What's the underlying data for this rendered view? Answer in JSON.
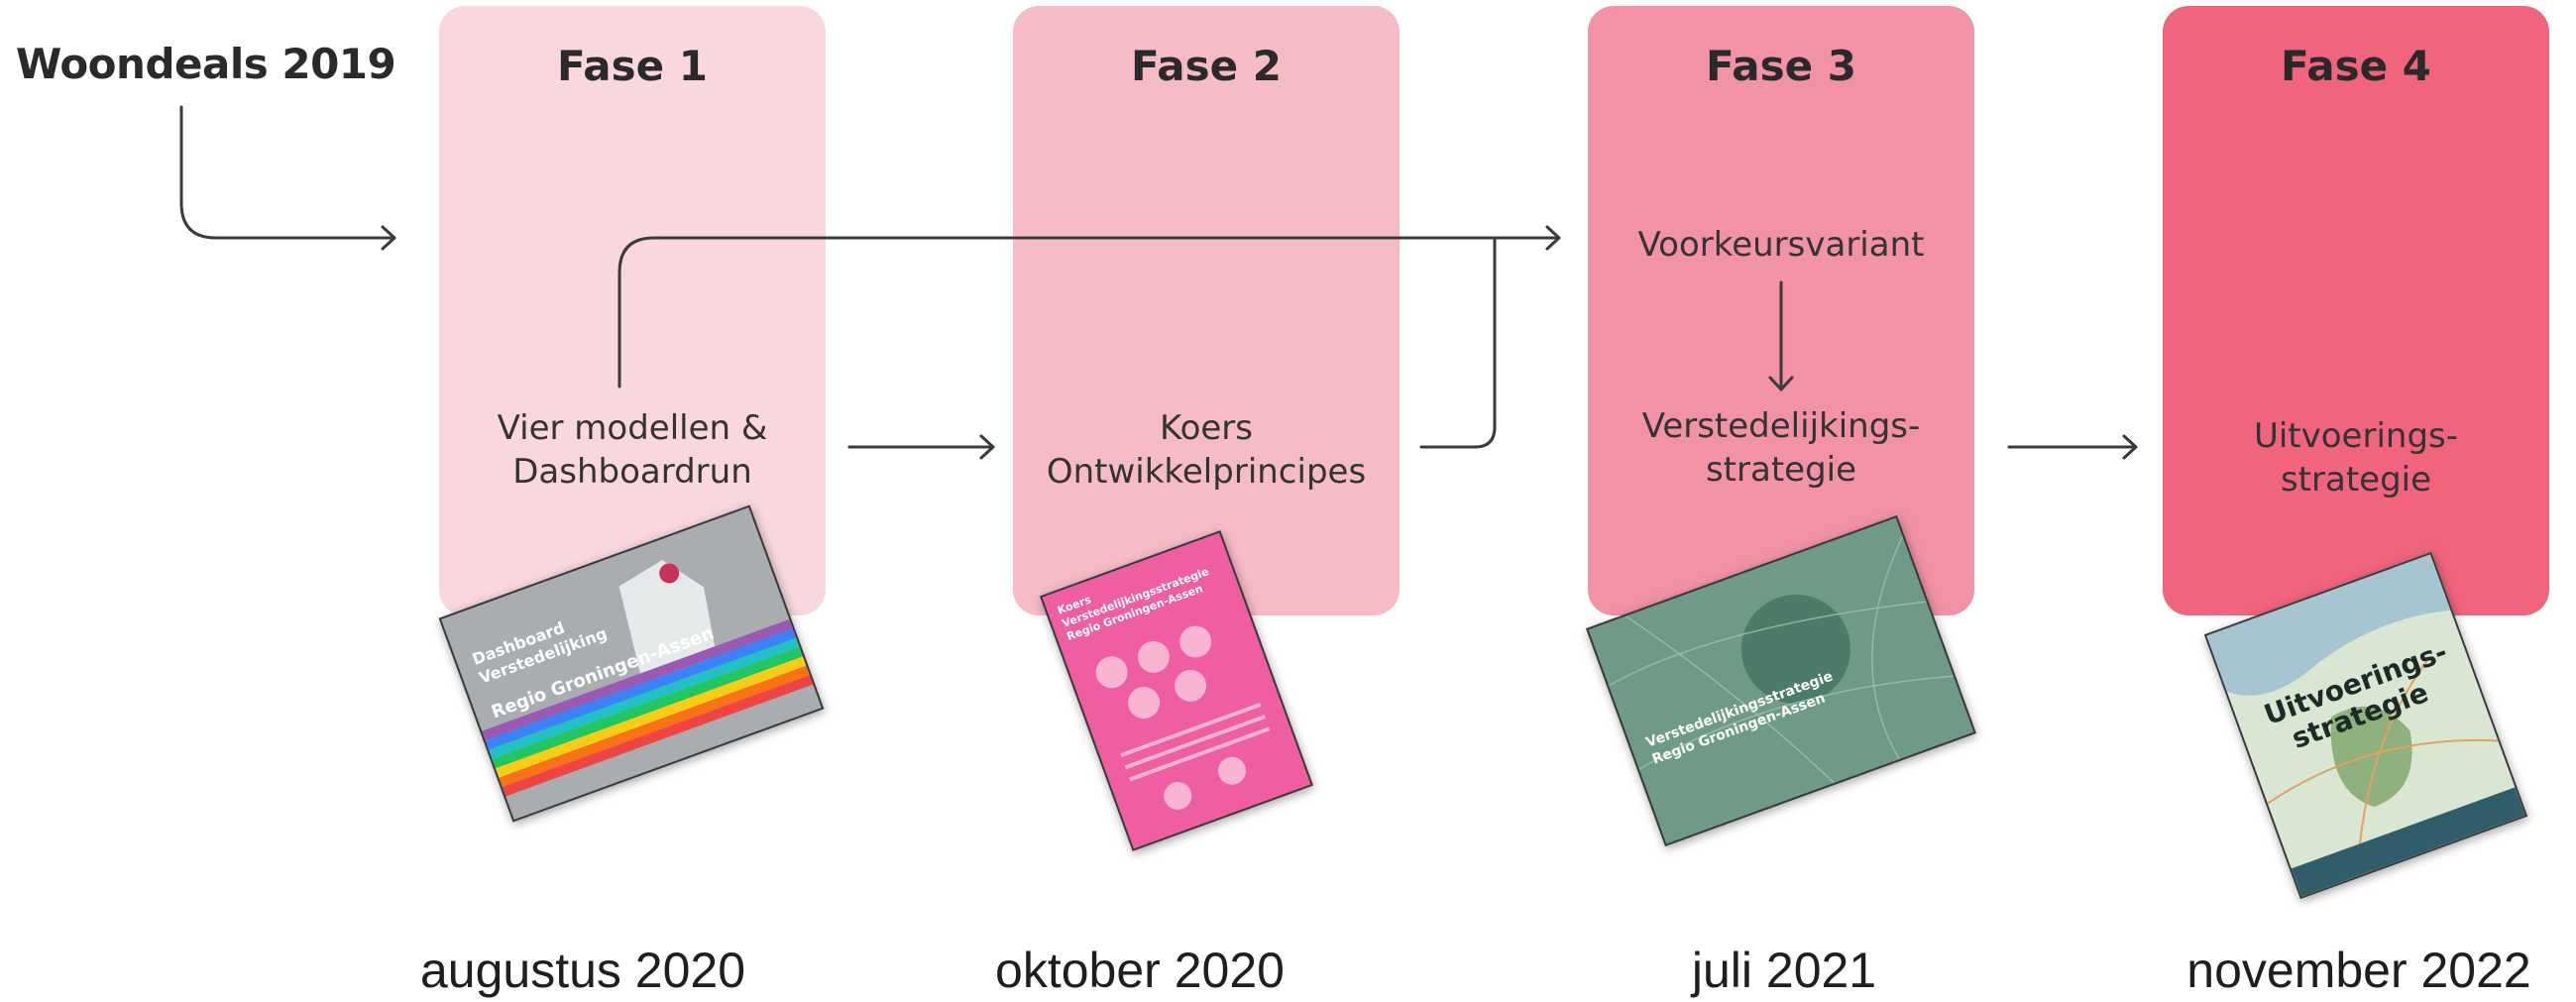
{
  "start": {
    "label": "Woondeals 2019"
  },
  "phases": [
    {
      "title": "Fase 1",
      "color": "#f8d7de",
      "steps": [
        "Vier modellen &",
        "Dashboardrun"
      ],
      "date": "augustus 2020",
      "cover": {
        "lines": [
          "Dashboard",
          "Verstedelijking",
          "Regio Groningen-Assen"
        ]
      }
    },
    {
      "title": "Fase 2",
      "color": "#f5bcc6",
      "steps": [
        "Koers",
        "Ontwikkelprincipes"
      ],
      "date": "oktober 2020",
      "cover": {
        "lines": [
          "Koers",
          "Verstedelijkingsstrategie",
          "Regio Groningen-Assen"
        ]
      }
    },
    {
      "title": "Fase 3",
      "color": "#f292a5",
      "steps": [
        "Voorkeursvariant",
        "Verstedelijkings-",
        "strategie"
      ],
      "date": "juli 2021",
      "cover": {
        "lines": [
          "Verstedelijkingsstrategie",
          "Regio Groningen-Assen"
        ]
      }
    },
    {
      "title": "Fase 4",
      "color": "#f0647e",
      "steps": [
        "Uitvoerings-",
        "strategie"
      ],
      "date": "november 2022",
      "cover": {
        "lines": [
          "Uitvoerings-",
          "strategie"
        ]
      }
    }
  ],
  "colors": {
    "arrow": "#3a3a3a"
  }
}
